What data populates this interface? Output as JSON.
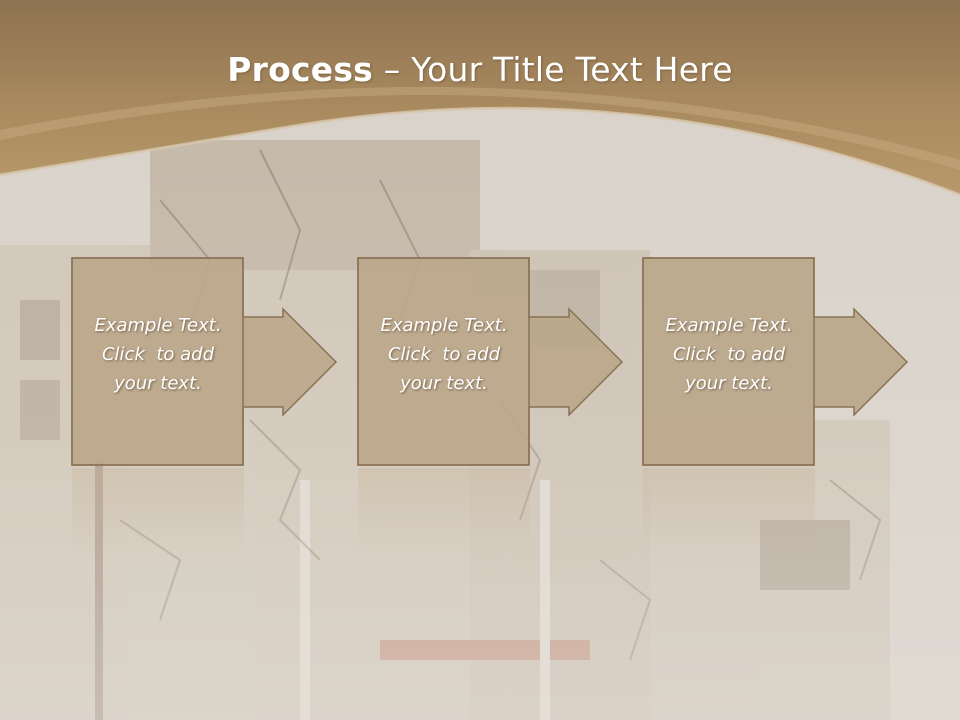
{
  "slide": {
    "title_bold": "Process",
    "title_rest": " – Your Title Text Here"
  },
  "steps": [
    {
      "line1": "Example Text.",
      "line2": "Click  to add",
      "line3": "your text."
    },
    {
      "line1": "Example Text.",
      "line2": "Click  to add",
      "line3": "your text."
    },
    {
      "line1": "Example Text.",
      "line2": "Click  to add",
      "line3": "your text."
    }
  ],
  "colors": {
    "header": "#a98a5e",
    "box_fill": "#bba78b",
    "box_border": "#8a7255",
    "text": "#ffffff"
  }
}
